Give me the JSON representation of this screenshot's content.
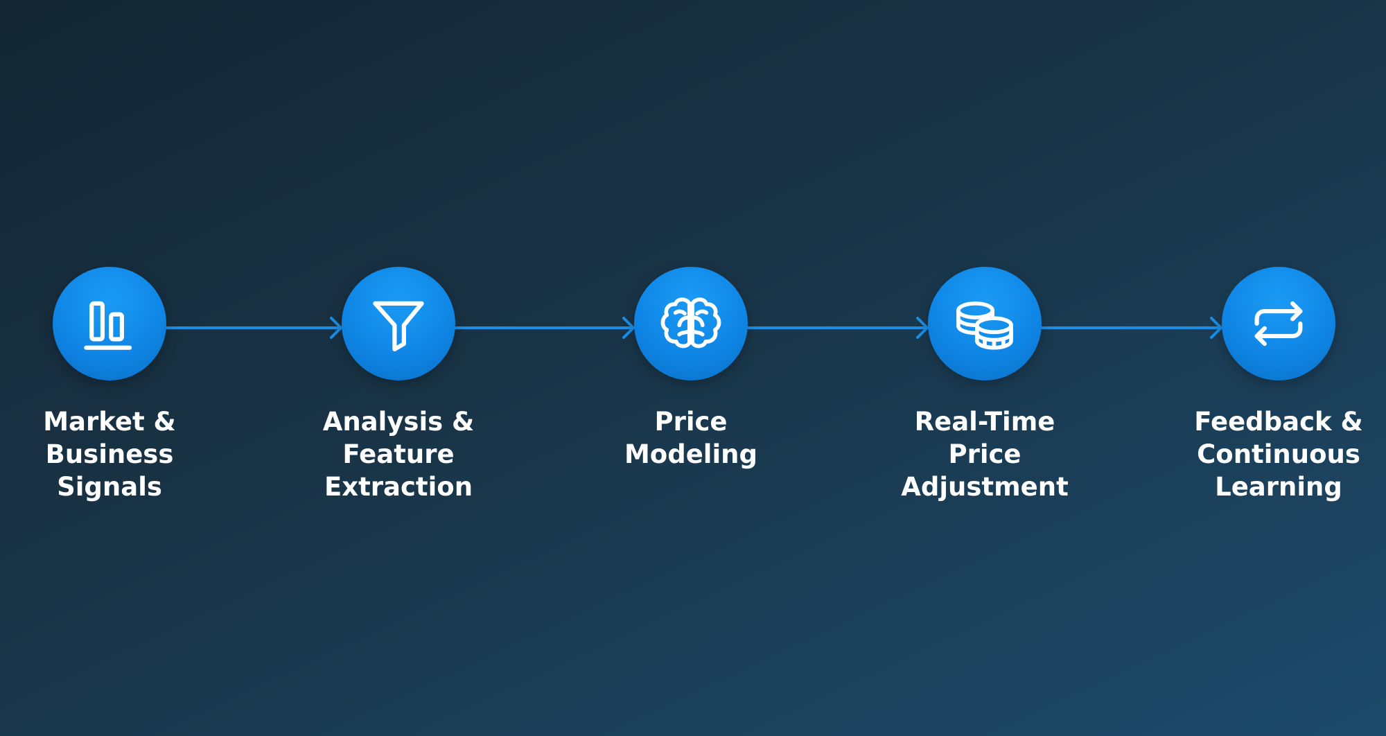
{
  "colors": {
    "background_top": "#142633",
    "background_bottom": "#1d4a6b",
    "accent": "#1a8fe8",
    "icon": "#ffffff",
    "label": "#ffffff"
  },
  "steps": [
    {
      "label": "Market &\nBusiness\nSignals",
      "icon": "bar-chart-icon"
    },
    {
      "label": "Analysis &\nFeature\nExtraction",
      "icon": "funnel-icon"
    },
    {
      "label": "Price\nModeling",
      "icon": "brain-icon"
    },
    {
      "label": "Real-Time\nPrice\nAdjustment",
      "icon": "coins-icon"
    },
    {
      "label": "Feedback &\nContinuous\nLearning",
      "icon": "repeat-icon"
    }
  ]
}
